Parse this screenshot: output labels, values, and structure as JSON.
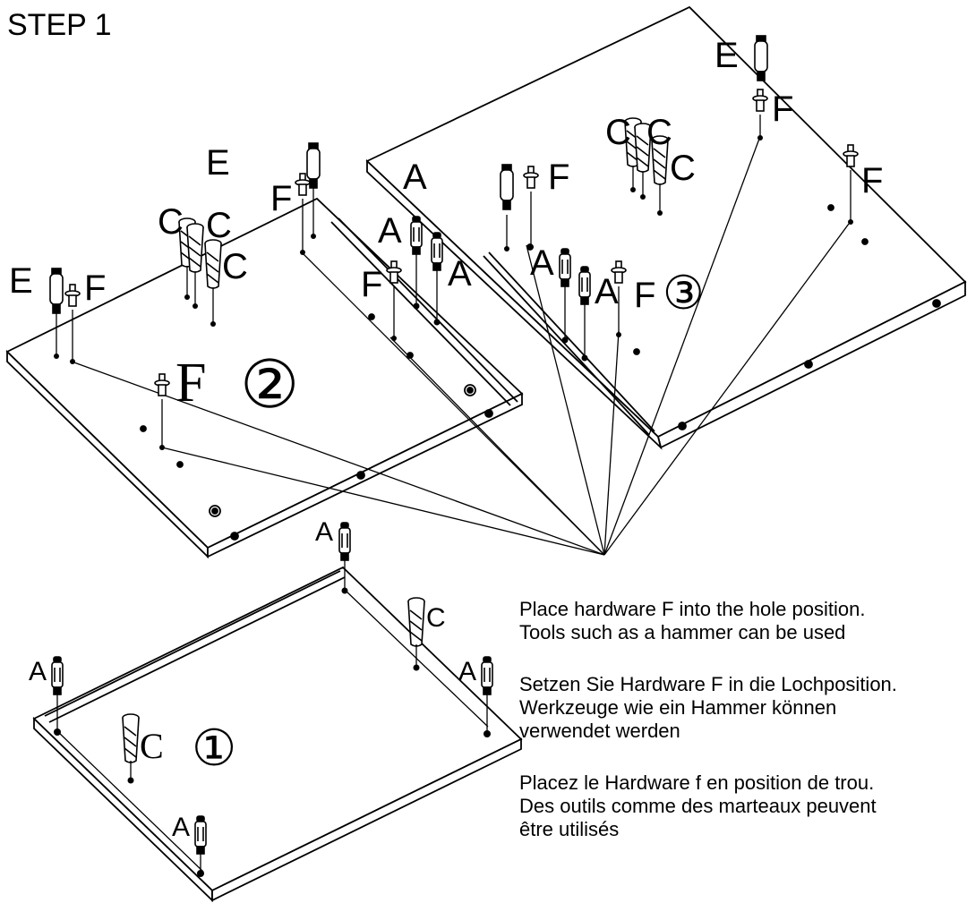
{
  "step_title": "STEP 1",
  "panel_numbers": {
    "panel1": "①",
    "panel2": "②",
    "panel3": "③"
  },
  "hardware_letters": {
    "a": "A",
    "c": "C",
    "e": "E",
    "f": "F"
  },
  "instructions": {
    "en": "Place hardware F into the hole position.\nTools such as a hammer can be used",
    "de": "Setzen Sie Hardware F in die Lochposition.\nWerkzeuge wie ein Hammer können\nverwendet werden",
    "fr": "Placez le Hardware f en position de trou.\nDes outils comme des marteaux peuvent\nêtre utilisés"
  },
  "colors": {
    "line": "#000000",
    "background": "#ffffff"
  }
}
